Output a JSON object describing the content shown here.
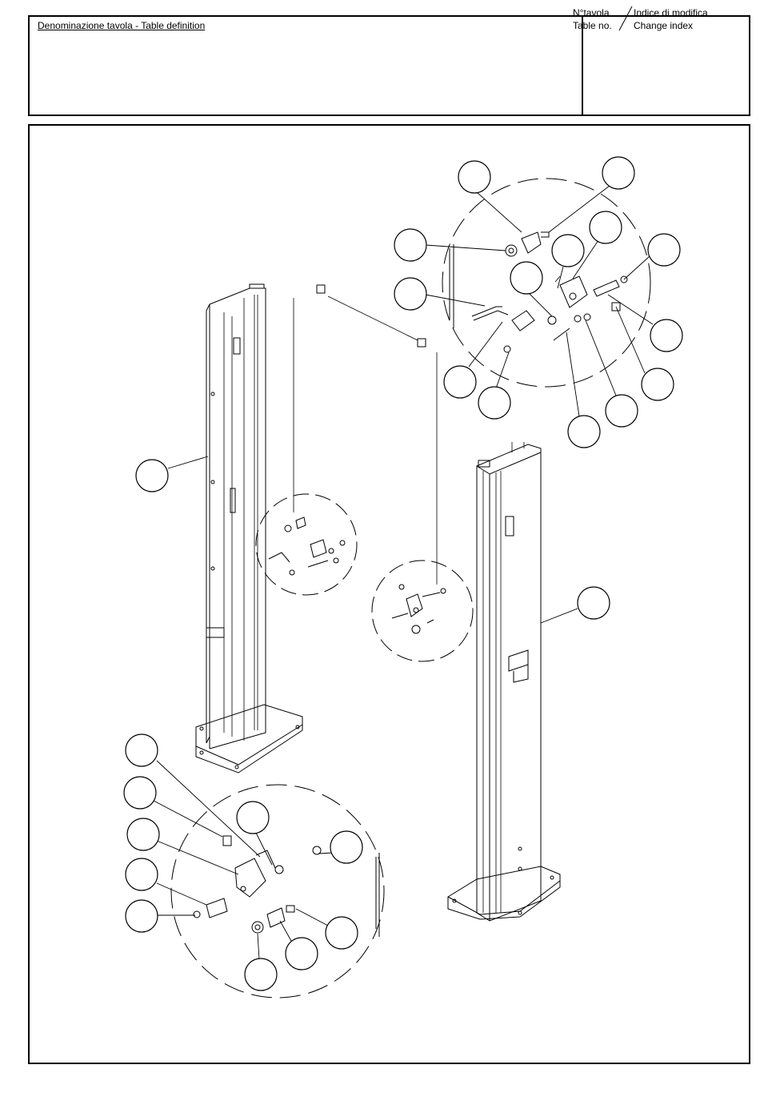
{
  "title_block": {
    "table_definition_label": "Denominazione tavola - Table definition",
    "table_no_line1": "N°tavola",
    "table_no_line2": "Table no.",
    "change_index_line1": "Indice di modifica",
    "change_index_line2": "Change index"
  },
  "drawing": {
    "content": "exploded-view",
    "balloon_count": 25
  }
}
